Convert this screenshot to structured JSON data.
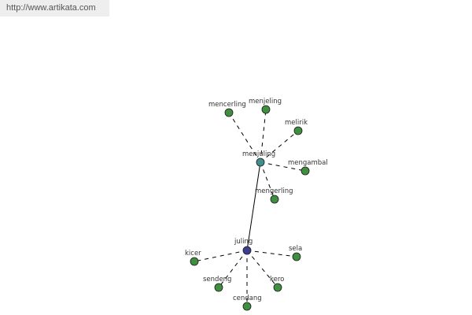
{
  "source_url": "http://www.artikata.com",
  "colors": {
    "center": "#3f3f8f",
    "hub": "#3f8f8f",
    "leaf": "#3f8f3f",
    "edge": "#000000"
  },
  "nodes": [
    {
      "id": "juling",
      "label": "juling",
      "kind": "center"
    },
    {
      "id": "menjuling",
      "label": "menjuling",
      "kind": "hub"
    },
    {
      "id": "mencerling",
      "label": "mencerling",
      "kind": "leaf"
    },
    {
      "id": "menjeling",
      "label": "menjeling",
      "kind": "leaf"
    },
    {
      "id": "melirik",
      "label": "melirik",
      "kind": "leaf"
    },
    {
      "id": "mengambal",
      "label": "mengambal",
      "kind": "leaf"
    },
    {
      "id": "mengerling",
      "label": "mengerling",
      "kind": "leaf"
    },
    {
      "id": "kicer",
      "label": "kicer",
      "kind": "leaf"
    },
    {
      "id": "sela",
      "label": "sela",
      "kind": "leaf"
    },
    {
      "id": "sendeng",
      "label": "sendeng",
      "kind": "leaf"
    },
    {
      "id": "kero",
      "label": "kero",
      "kind": "leaf"
    },
    {
      "id": "cendang",
      "label": "cendang",
      "kind": "leaf"
    }
  ],
  "edges": [
    {
      "from": "juling",
      "to": "menjuling",
      "style": "solid"
    },
    {
      "from": "menjuling",
      "to": "mencerling",
      "style": "dashed"
    },
    {
      "from": "menjuling",
      "to": "menjeling",
      "style": "dashed"
    },
    {
      "from": "menjuling",
      "to": "melirik",
      "style": "dashed"
    },
    {
      "from": "menjuling",
      "to": "mengambal",
      "style": "dashed"
    },
    {
      "from": "menjuling",
      "to": "mengerling",
      "style": "dashed"
    },
    {
      "from": "juling",
      "to": "kicer",
      "style": "dashed"
    },
    {
      "from": "juling",
      "to": "sela",
      "style": "dashed"
    },
    {
      "from": "juling",
      "to": "sendeng",
      "style": "dashed"
    },
    {
      "from": "juling",
      "to": "kero",
      "style": "dashed"
    },
    {
      "from": "juling",
      "to": "cendang",
      "style": "dashed"
    }
  ]
}
